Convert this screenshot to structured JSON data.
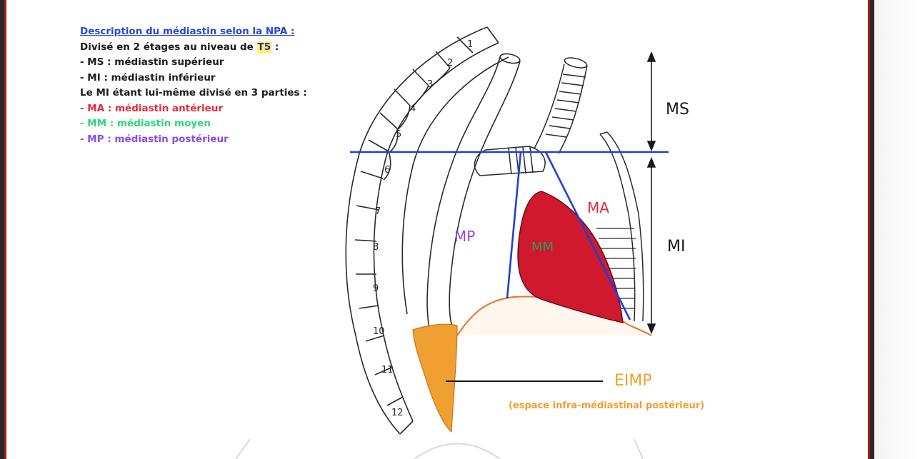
{
  "legend": {
    "heading": "Description du médiastin selon la NPA :",
    "line1_prefix": "Divisé en 2 étages au niveau de ",
    "line1_highlight": "T5",
    "line1_suffix": " :",
    "ms_line": "- MS : médiastin supérieur",
    "mi_line": "- MI : médiastin inférieur",
    "line_parts": "Le MI étant lui-même divisé en 3 parties :",
    "ma_line": "- MA : médiastin antérieur",
    "mm_line": "- MM : médiastin moyen",
    "mp_line": "- MP : médiastin postérieur"
  },
  "vertebrae": [
    "1",
    "2",
    "3",
    "4",
    "5",
    "6",
    "7",
    "8",
    "9",
    "10",
    "11",
    "12"
  ],
  "regions": {
    "ms": "MS",
    "mi": "MI",
    "ma": "MA",
    "mm": "MM",
    "mp": "MP",
    "eimp": "EIMP",
    "eimp_desc": "(espace infra-médiastinal postérieur)"
  },
  "colors": {
    "heading": "#2747d6",
    "ma": "#e8283a",
    "mm": "#2bd67a",
    "mp": "#8a4be6",
    "mm_fill": "#d0182e",
    "eimp": "#f0a030",
    "divider": "#1f3fd8",
    "border": "#b01818"
  }
}
